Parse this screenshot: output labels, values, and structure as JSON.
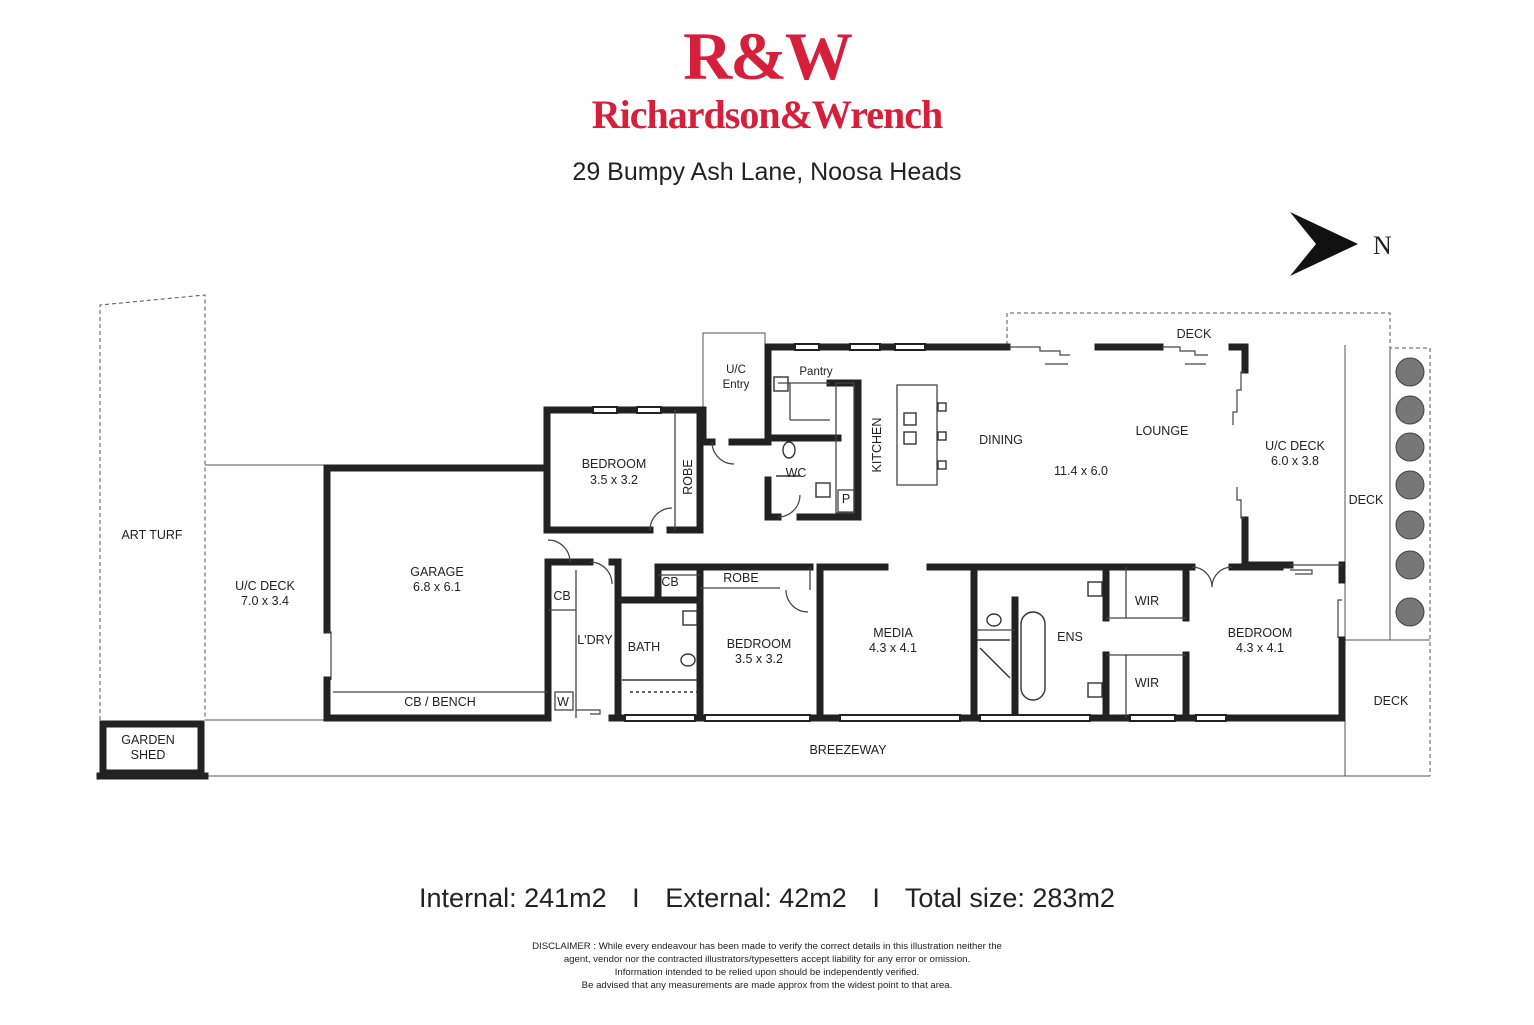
{
  "brand": {
    "logo_mark": "R&W",
    "logo_name": "Richardson&Wrench",
    "color": "#d61f3b"
  },
  "address": "29 Bumpy Ash Lane, Noosa Heads",
  "compass": {
    "label": "N",
    "icon": "north-arrow-icon"
  },
  "rooms": {
    "art_turf": "ART TURF",
    "garden_shed": [
      "GARDEN",
      "SHED"
    ],
    "uc_deck_left": {
      "name": "U/C DECK",
      "size": "7.0 x 3.4"
    },
    "garage": {
      "name": "GARAGE",
      "size": "6.8 x 6.1"
    },
    "cb_bench": "CB / BENCH",
    "bedroom_top": {
      "name": "BEDROOM",
      "size": "3.5 x 3.2"
    },
    "robe_top": "ROBE",
    "uc_entry": [
      "U/C",
      "Entry"
    ],
    "pantry": "Pantry",
    "wc": "WC",
    "p": "P",
    "kitchen": "KITCHEN",
    "dining": "DINING",
    "lounge": "LOUNGE",
    "living_size": "11.4 x 6.0",
    "deck_top": "DECK",
    "uc_deck_right": {
      "name": "U/C DECK",
      "size": "6.0 x 3.8"
    },
    "deck_right": "DECK",
    "deck_bottom_right": "DECK",
    "cb_laundry": "CB",
    "laundry": "L'DRY",
    "w": "W",
    "cb_bath": "CB",
    "bath": "BATH",
    "robe_mid": "ROBE",
    "bedroom_mid": {
      "name": "BEDROOM",
      "size": "3.5 x 3.2"
    },
    "media": {
      "name": "MEDIA",
      "size": "4.3 x 4.1"
    },
    "ens": "ENS",
    "wir_top": "WIR",
    "wir_bottom": "WIR",
    "bedroom_main": {
      "name": "BEDROOM",
      "size": "4.3 x 4.1"
    },
    "breezeway": "BREEZEWAY"
  },
  "areas": {
    "internal": "Internal:  241m2",
    "sep": "I",
    "external": "External:  42m2",
    "total": "Total size:  283m2"
  },
  "disclaimer": [
    "DISCLAIMER : While every endeavour has been made to verify the correct details in this illustration neither the",
    "agent, vendor nor the contracted illustrators/typesetters accept liability for any error or omission.",
    "Information intended to be relied upon should be independently verified.",
    "Be advised that any measurements are made approx from the widest point to that area."
  ],
  "colors": {
    "wall": "#222222",
    "thin": "#444444",
    "plant": "#6f6f6f"
  }
}
